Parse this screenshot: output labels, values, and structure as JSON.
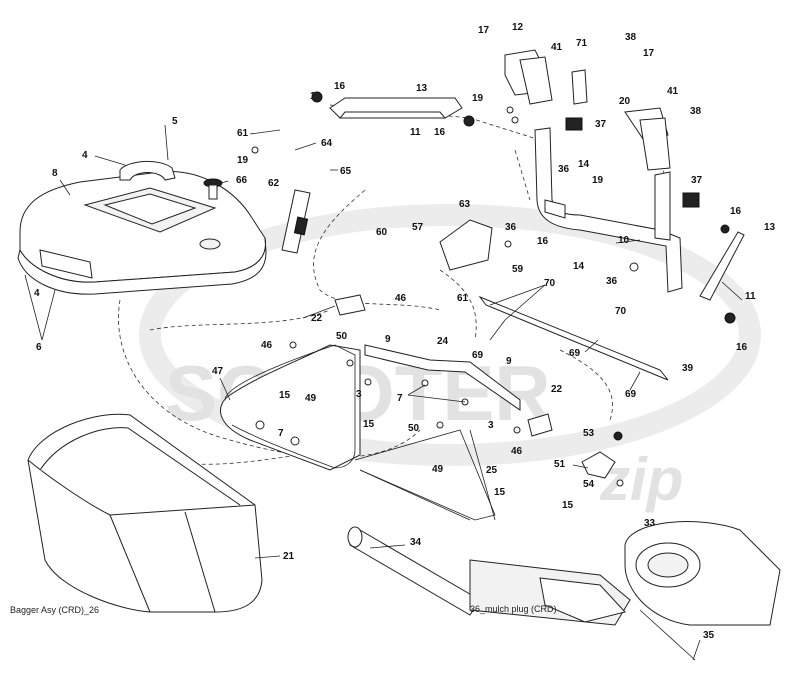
{
  "diagram": {
    "caption": "Bagger Asy (CRD)_26",
    "mulch_plug_label": "36_mulch plug (CRD)",
    "watermark": {
      "main": "SCOOTER",
      "sub": "zip"
    },
    "callouts": [
      "17",
      "12",
      "41",
      "71",
      "38",
      "17",
      "16",
      "13",
      "19",
      "41",
      "20",
      "38",
      "37",
      "19",
      "14",
      "36",
      "37",
      "16",
      "13",
      "10",
      "14",
      "36",
      "11",
      "16",
      "5",
      "4",
      "61",
      "64",
      "19",
      "65",
      "66",
      "8",
      "62",
      "60",
      "63",
      "57",
      "36",
      "16",
      "59",
      "70",
      "61",
      "4",
      "6",
      "46",
      "22",
      "9",
      "50",
      "46",
      "24",
      "47",
      "15",
      "49",
      "7",
      "3",
      "7",
      "69",
      "70",
      "69",
      "69",
      "9",
      "39",
      "22",
      "3",
      "50",
      "46",
      "53",
      "51",
      "54",
      "15",
      "49",
      "25",
      "15",
      "15",
      "34",
      "33",
      "21",
      "35",
      "16",
      "11",
      "16"
    ]
  }
}
